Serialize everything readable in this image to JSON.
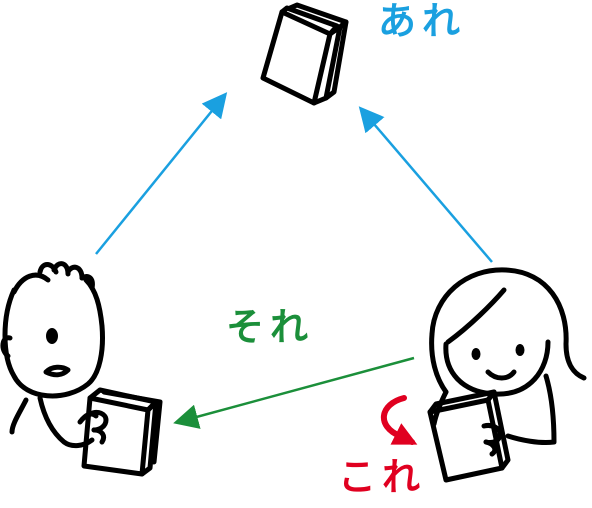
{
  "labels": {
    "are": "あれ",
    "sore": "それ",
    "kore": "これ"
  },
  "colors": {
    "are": "#1aa0e0",
    "sore": "#1b8f3a",
    "kore": "#e00020",
    "ink": "#000000"
  },
  "icons": {
    "distant_book": "book-icon",
    "boy": "boy-figure-icon",
    "girl": "girl-figure-icon",
    "boy_book": "book-icon",
    "girl_book": "book-icon"
  }
}
